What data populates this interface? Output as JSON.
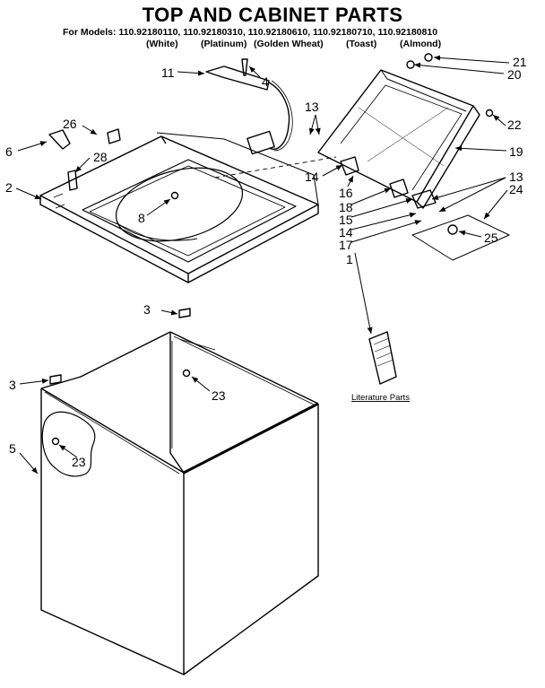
{
  "header": {
    "title": "TOP AND CABINET PARTS",
    "models_line": "For Models: 110.92180110, 110.92180310, 110.92180610, 110.92180710, 110.92180810",
    "colors": [
      "(White)",
      "(Platinum)",
      "(Golden Wheat)",
      "(Toast)",
      "(Almond)"
    ]
  },
  "callouts": {
    "c1": "1",
    "c2": "2",
    "c3a": "3",
    "c3b": "3",
    "c4": "4",
    "c5": "5",
    "c6": "6",
    "c8": "8",
    "c11": "11",
    "c13a": "13",
    "c13b": "13",
    "c14a": "14",
    "c14b": "14",
    "c15": "15",
    "c16": "16",
    "c17": "17",
    "c18": "18",
    "c19": "19",
    "c20": "20",
    "c21": "21",
    "c22": "22",
    "c23a": "23",
    "c23b": "23",
    "c24": "24",
    "c25": "25",
    "c26": "26",
    "c28": "28"
  },
  "literature_label": "Literature Parts"
}
